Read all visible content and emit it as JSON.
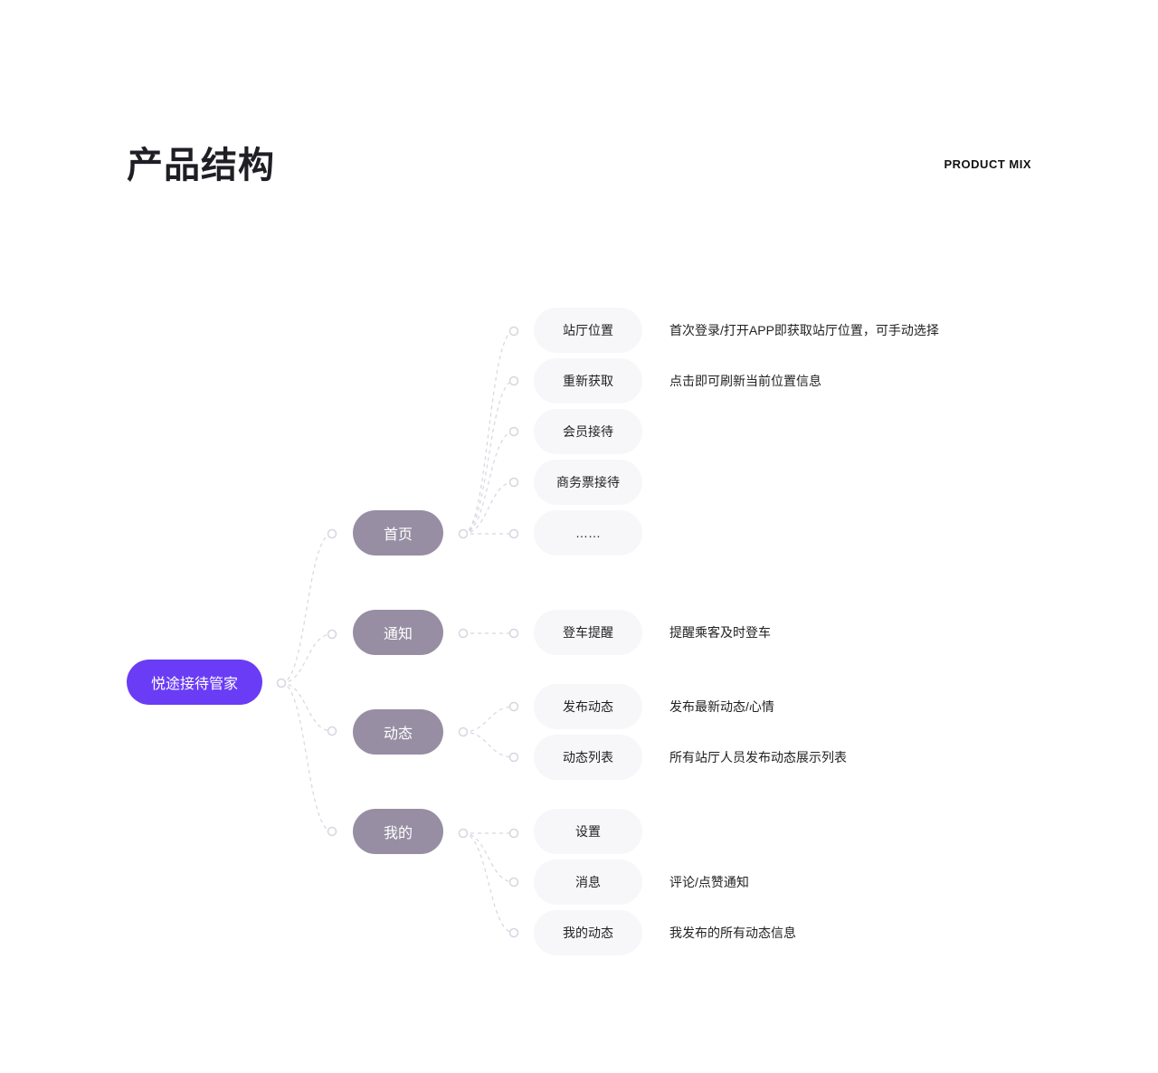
{
  "header": {
    "title": "产品结构",
    "subtitle": "PRODUCT MIX"
  },
  "root": {
    "label": "悦途接待管家"
  },
  "branches": [
    {
      "label": "首页",
      "children": [
        {
          "label": "站厅位置",
          "desc": "首次登录/打开APP即获取站厅位置，可手动选择"
        },
        {
          "label": "重新获取",
          "desc": "点击即可刷新当前位置信息"
        },
        {
          "label": "会员接待",
          "desc": ""
        },
        {
          "label": "商务票接待",
          "desc": ""
        },
        {
          "label": "……",
          "desc": ""
        }
      ]
    },
    {
      "label": "通知",
      "children": [
        {
          "label": "登车提醒",
          "desc": "提醒乘客及时登车"
        }
      ]
    },
    {
      "label": "动态",
      "children": [
        {
          "label": "发布动态",
          "desc": "发布最新动态/心情"
        },
        {
          "label": "动态列表",
          "desc": "所有站厅人员发布动态展示列表"
        }
      ]
    },
    {
      "label": "我的",
      "children": [
        {
          "label": "设置",
          "desc": ""
        },
        {
          "label": "消息",
          "desc": "评论/点赞通知"
        },
        {
          "label": "我的动态",
          "desc": "我发布的所有动态信息"
        }
      ]
    }
  ],
  "colors": {
    "root": "#6a3cf5",
    "branch": "#978ea3",
    "leaf": "#f7f7fa",
    "connector": "#d6d6e0"
  }
}
